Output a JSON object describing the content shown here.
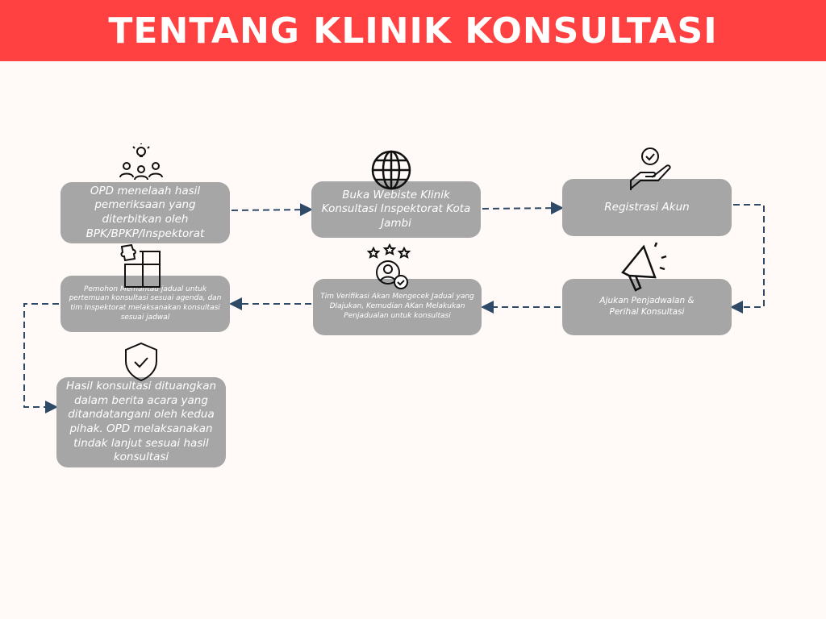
{
  "header": {
    "title": "TENTANG KLINIK KONSULTASI",
    "color": "#ff4141"
  },
  "steps": [
    {
      "text": "OPD menelaah hasil pemeriksaan yang diterbitkan oleh BPK/BPKP/Inspektorat",
      "icon": "team-idea-icon"
    },
    {
      "text": "Buka Webiste Klinik Konsultasi Inspektorat Kota Jambi",
      "icon": "globe-icon"
    },
    {
      "text": "Registrasi Akun",
      "icon": "hand-check-icon"
    },
    {
      "text": "Ajukan Penjadwalan & Perihal Konsultasi",
      "icon": "megaphone-icon"
    },
    {
      "text": "Tim Verifikasi Akan Mengecek Jadual yang DIajukan, Kemudian AKan Melakukan Penjadualan untuk konsultasi",
      "icon": "user-rating-icon"
    },
    {
      "text": "Pemohon Memantau jadual untuk pertemuan konsultasi sesuai agenda, dan tim Inspektorat melaksanakan konsultasi sesuai jadwal",
      "icon": "puzzle-icon"
    },
    {
      "text": "Hasil konsultasi dituangkan dalam berita acara yang ditandatangani oleh kedua pihak. OPD melaksanakan tindak lanjut sesuai hasil konsultasi",
      "icon": "shield-check-icon"
    }
  ],
  "colors": {
    "box": "#a6a6a6",
    "connector": "#2e4a66"
  }
}
